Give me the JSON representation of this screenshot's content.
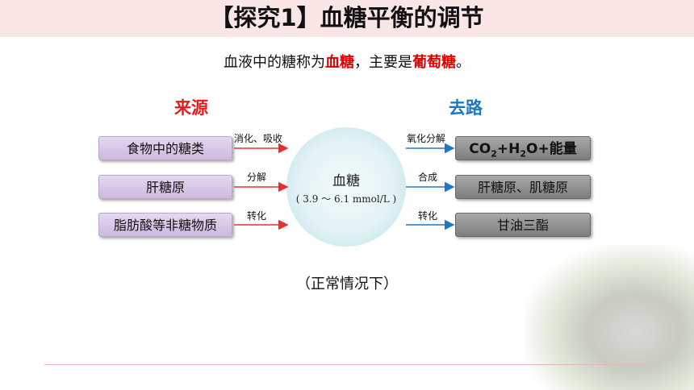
{
  "title": "【探究1】血糖平衡的调节",
  "intro": {
    "part1": "血液中的糖称为",
    "highlight1": "血糖",
    "part2": "，主要是",
    "highlight2": "葡萄糖",
    "part3": "。"
  },
  "sources": {
    "heading": "来源",
    "items": [
      {
        "label": "食物中的糖类",
        "process": "消化、吸收"
      },
      {
        "label": "肝糖原",
        "process": "分解"
      },
      {
        "label": "脂肪酸等非糖物质",
        "process": "转化"
      }
    ]
  },
  "center": {
    "title": "血糖",
    "range": "( 3.9 ～ 6.1 mmol/L )"
  },
  "destinations": {
    "heading": "去路",
    "items": [
      {
        "process": "氧化分解",
        "formula_parts": [
          "CO",
          "2",
          "+H",
          "2",
          "O+能量"
        ]
      },
      {
        "process": "合成",
        "label": "肝糖原、肌糖原"
      },
      {
        "process": "转化",
        "label": "甘油三酯"
      }
    ]
  },
  "caption": "（正常情况下）",
  "colors": {
    "source_heading": "#e41b1b",
    "destination_heading": "#1a78c2",
    "source_arrow": "#e53030",
    "destination_arrow": "#1a78c2",
    "highlight": "#e00000"
  }
}
